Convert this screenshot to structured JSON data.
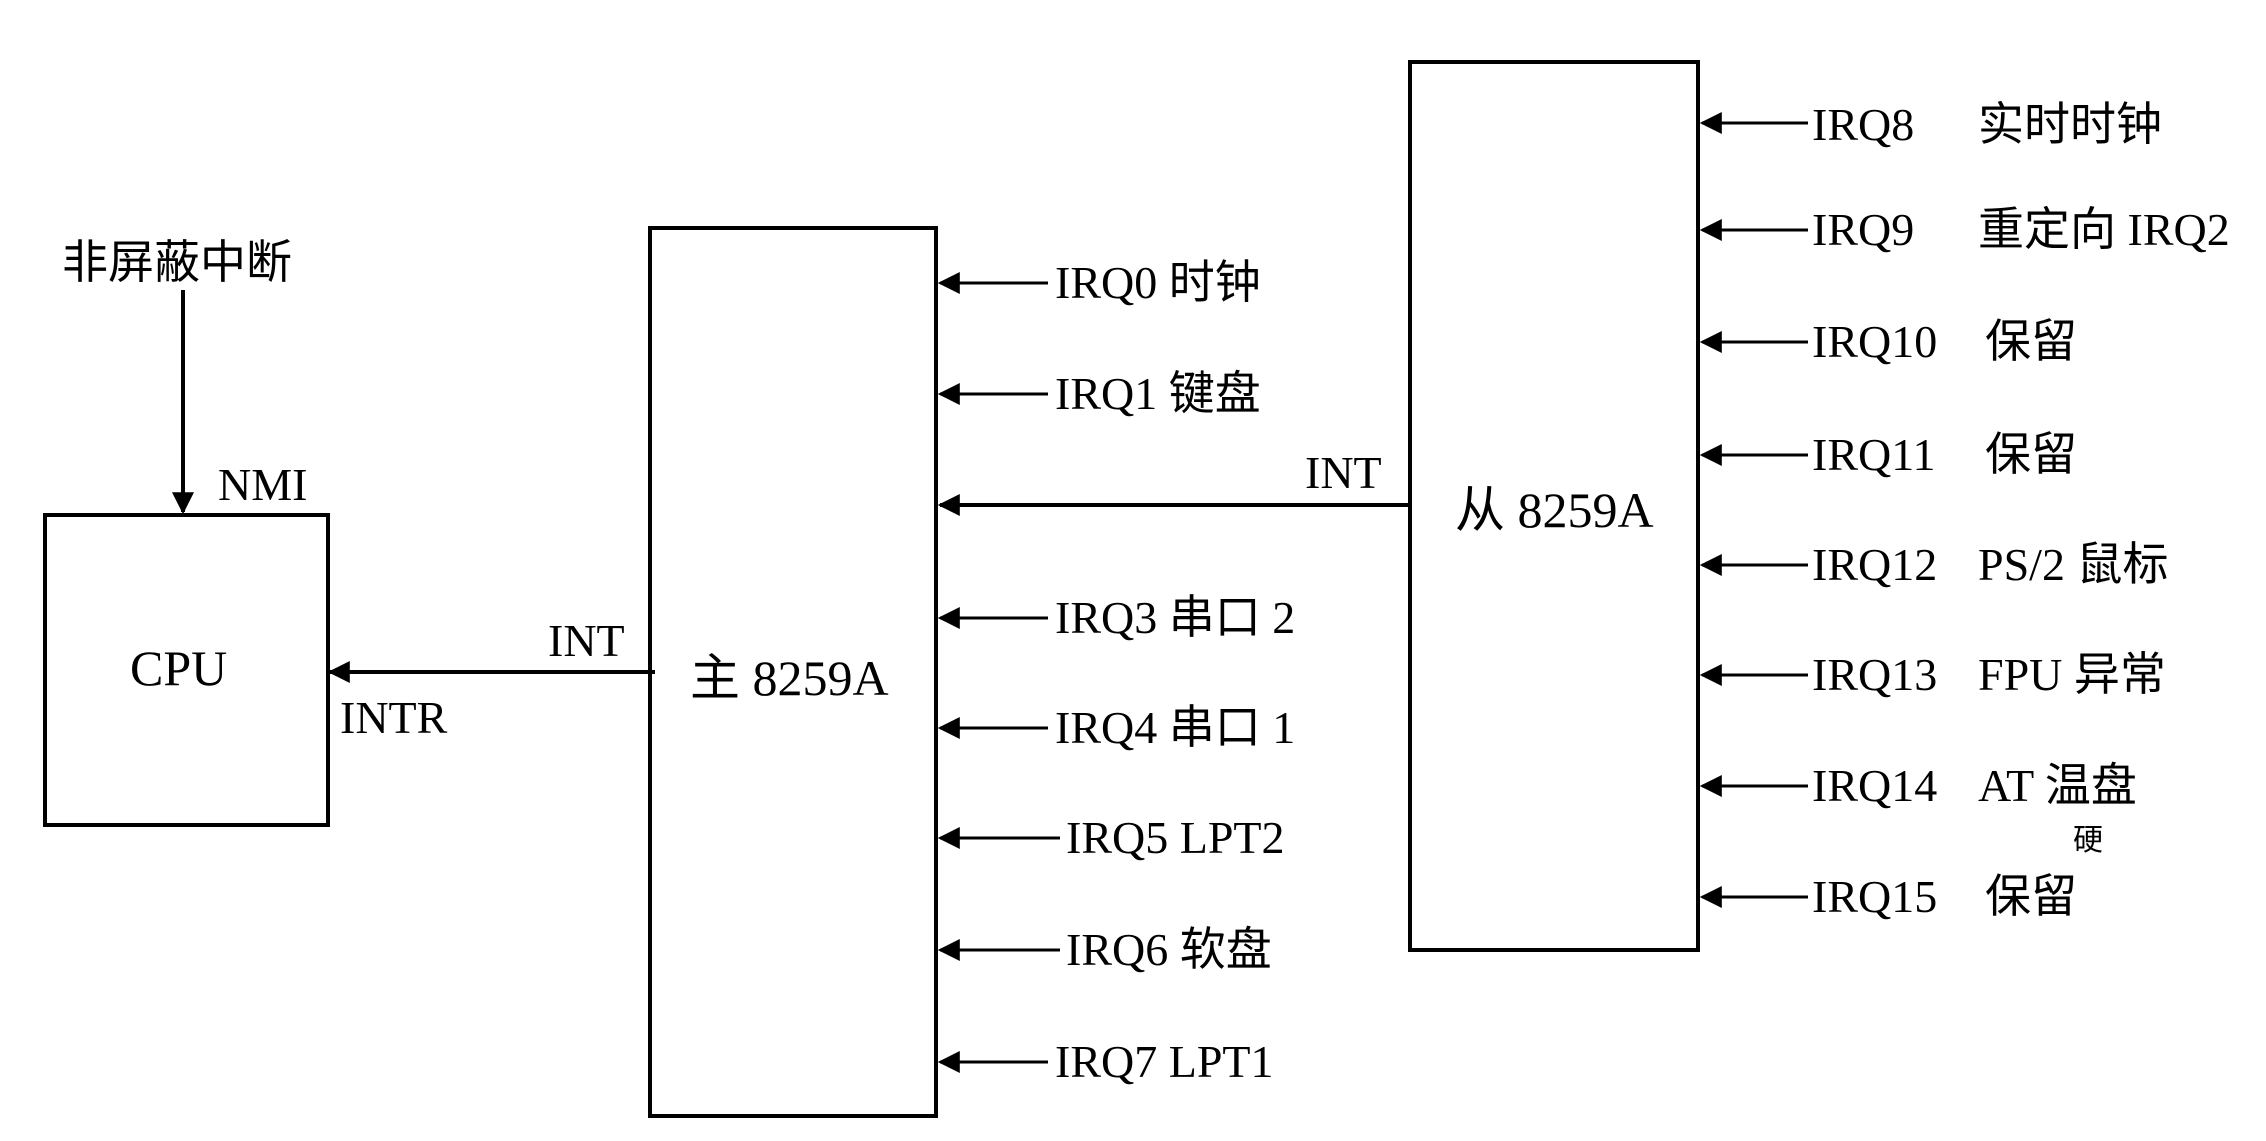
{
  "nmi_source": "非屏蔽中断",
  "nmi": "NMI",
  "cpu": "CPU",
  "intr": "INTR",
  "master": {
    "label": "主 8259A",
    "int": "INT"
  },
  "slave": {
    "label": "从 8259A",
    "int": "INT"
  },
  "master_irqs": [
    "IRQ0 时钟",
    "IRQ1 键盘",
    "IRQ3 串口 2",
    "IRQ4 串口 1",
    "IRQ5 LPT2",
    "IRQ6 软盘",
    "IRQ7 LPT1"
  ],
  "slave_irqs": [
    {
      "irq": "IRQ8",
      "desc": "实时时钟"
    },
    {
      "irq": "IRQ9",
      "desc": "重定向 IRQ2"
    },
    {
      "irq": "IRQ10",
      "desc": "保留"
    },
    {
      "irq": "IRQ11",
      "desc": "保留"
    },
    {
      "irq": "IRQ12",
      "desc": "PS/2 鼠标"
    },
    {
      "irq": "IRQ13",
      "desc": "FPU 异常"
    },
    {
      "irq": "IRQ14",
      "desc": "AT 温盘"
    },
    {
      "irq": "IRQ15",
      "desc": "保留"
    }
  ],
  "correction": {
    "text": "硬",
    "color": "#e02020"
  }
}
